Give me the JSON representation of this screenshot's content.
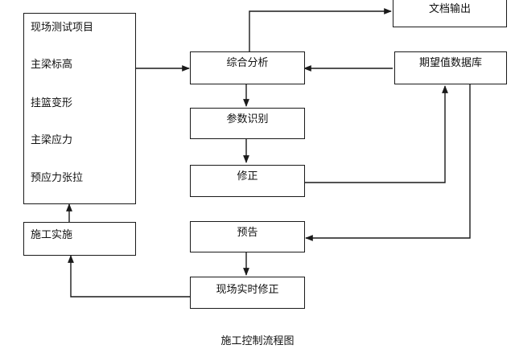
{
  "diagram": {
    "caption": "施工控制流程图",
    "nodes": {
      "field_items": {
        "title": "现场测试项目",
        "items": [
          "主梁标高",
          "挂篮变形",
          "主梁应力",
          "预应力张拉"
        ]
      },
      "construction": "施工实施",
      "analysis": "综合分析",
      "identification": "参数识别",
      "correction": "修正",
      "forecast": "预告",
      "realtime_correction": "现场实时修正",
      "document_output": "文档输出",
      "expected_db": "期望值数据库"
    }
  }
}
